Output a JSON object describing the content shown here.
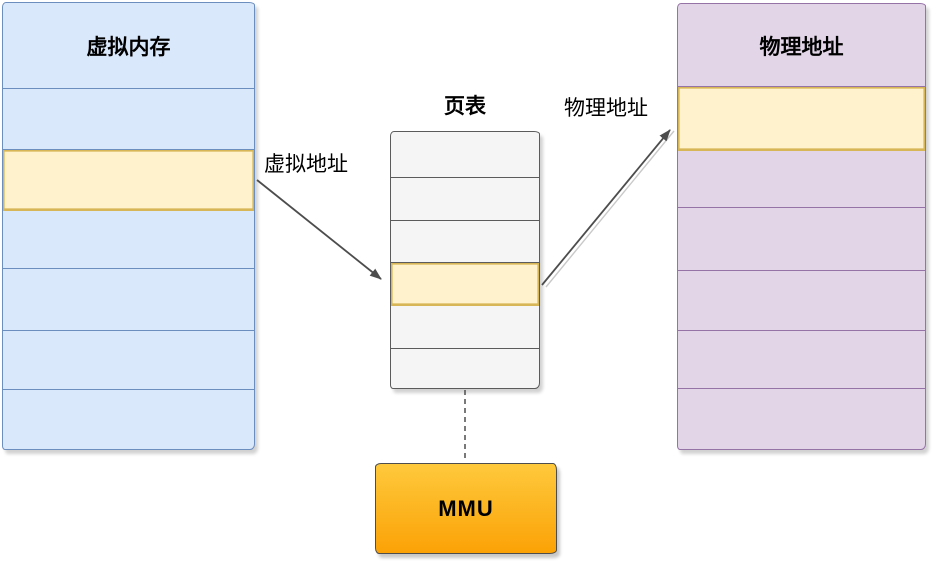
{
  "virtual_memory": {
    "title": "虚拟内存",
    "row_count": 7,
    "highlight_row_index": 2,
    "fill": "#dae8fc",
    "stroke": "#6c8ebf"
  },
  "page_table": {
    "title": "页表",
    "row_count": 6,
    "highlight_row_index": 3,
    "fill": "#f5f5f5",
    "stroke": "#5b5b5b"
  },
  "physical_memory": {
    "title": "物理地址",
    "row_count": 7,
    "highlight_row_index": 1,
    "fill": "#e1d5e7",
    "stroke": "#9673a6"
  },
  "highlight": {
    "fill": "#fff2cc",
    "stroke": "#d6b656"
  },
  "labels": {
    "virtual_address": "虚拟地址",
    "physical_address": "物理地址"
  },
  "mmu": {
    "label": "MMU",
    "fill_top": "#fec93c",
    "fill_bottom": "#fba206",
    "stroke": "#4d4d4d"
  },
  "arrows": {
    "color": "#4d4d4d",
    "sketch_echo_color": "#c9c9c9"
  }
}
